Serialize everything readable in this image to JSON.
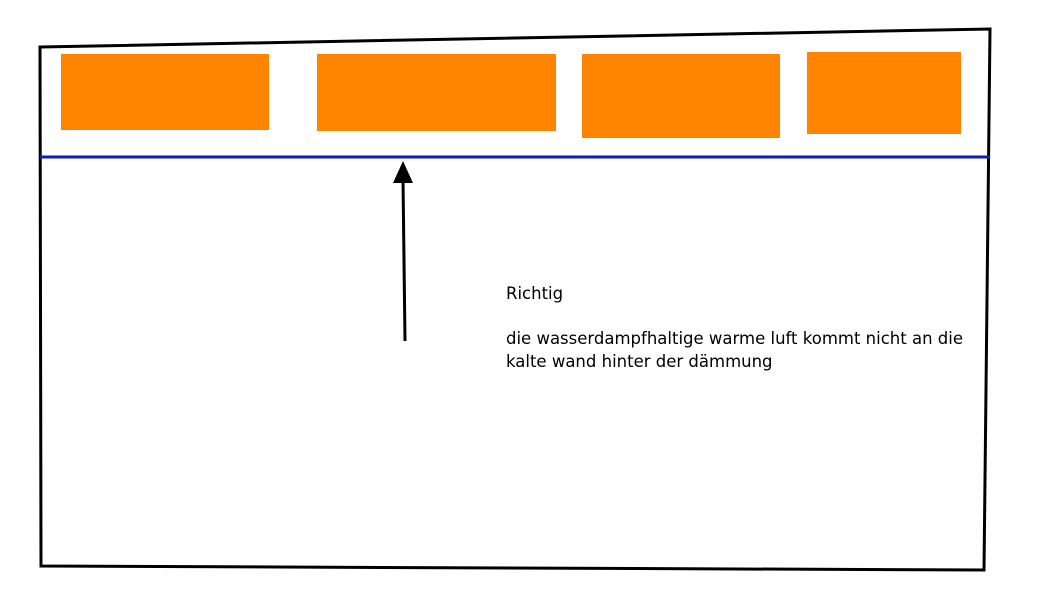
{
  "annotation": {
    "title": "Richtig",
    "line1": "die wasserdampfhaltige warme luft kommt nicht an die",
    "line2": "kalte wand hinter der dämmung"
  },
  "colors": {
    "outline": "#000000",
    "insulation": "#ff8400",
    "vapor_barrier": "#0a1fb4",
    "arrow": "#000000",
    "background": "#ffffff"
  }
}
